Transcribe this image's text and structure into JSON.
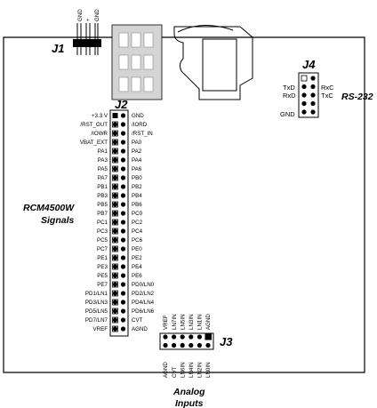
{
  "j1": {
    "label": "J1",
    "pin_labels": [
      "GND",
      "+",
      "GND"
    ]
  },
  "j2": {
    "label": "J2",
    "left_labels": [
      "+3.3 V",
      "/RST_OUT",
      "/IOWR",
      "VBAT_EXT",
      "PA1",
      "PA3",
      "PA5",
      "PA7",
      "PB1",
      "PB3",
      "PB5",
      "PB7",
      "PC1",
      "PC3",
      "PC5",
      "PC7",
      "PE1",
      "PE3",
      "PE5",
      "PE7",
      "PD1/LN1",
      "PD3/LN3",
      "PD5/LN5",
      "PD7/LN7",
      "VREF"
    ],
    "right_labels": [
      "GND",
      "/IORD",
      "/RST_IN",
      "PA0",
      "PA2",
      "PA4",
      "PA6",
      "PB0",
      "PB2",
      "PB4",
      "PB6",
      "PC0",
      "PC2",
      "PC4",
      "PC6",
      "PE0",
      "PE2",
      "PE4",
      "PE6",
      "PD0/LN0",
      "PD2/LN2",
      "PD4/LN4",
      "PD6/LN6",
      "CVT",
      "AGND"
    ]
  },
  "j3": {
    "label": "J3",
    "top_labels": [
      "VREF",
      "LN7IN",
      "LN5IN",
      "LN3IN",
      "LN1IN",
      "AGND"
    ],
    "bottom_labels": [
      "AGND",
      "CVT",
      "LN6IN",
      "LN4IN",
      "LN2IN",
      "LN0IN"
    ]
  },
  "j4": {
    "label": "J4",
    "interface": "RS-232",
    "left_labels": [
      "TxD",
      "RxD",
      "GND"
    ],
    "right_labels": [
      "RxC",
      "TxC"
    ]
  },
  "captions": {
    "signals_line1": "RCM4500W",
    "signals_line2": "Signals",
    "analog_line1": "Analog",
    "analog_line2": "Inputs"
  },
  "colors": {
    "board_outline": "#000000",
    "component_gray": "#d4d4d4",
    "pin_black": "#000000"
  }
}
